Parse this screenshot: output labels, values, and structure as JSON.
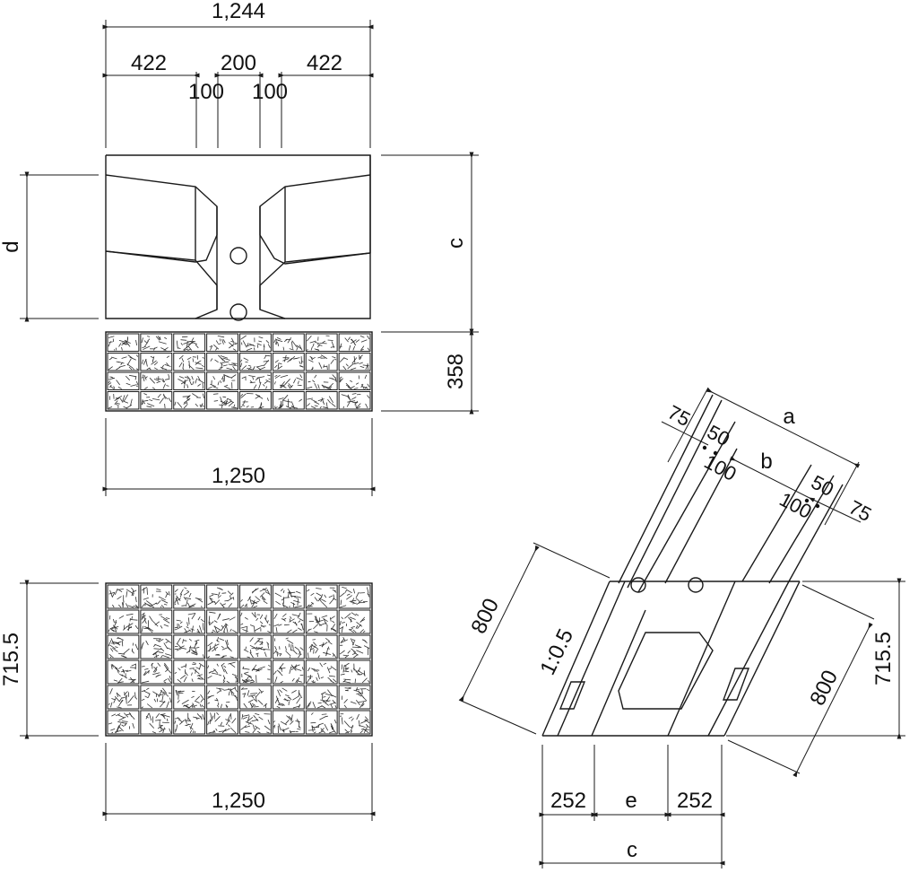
{
  "top_view": {
    "overall_width": "1,244",
    "segment_left": "422",
    "segment_mid": "200",
    "segment_right": "422",
    "collar_left": "100",
    "collar_right": "100",
    "dim_d": "d",
    "dim_c": "c",
    "dim_face_height": "358",
    "bottom_width": "1,250"
  },
  "front_view": {
    "height": "715.5",
    "width": "1,250"
  },
  "side_view": {
    "dim_a": "a",
    "dim_b": "b",
    "dim_75_left": "75",
    "dim_50_left": "50",
    "dim_100_left": "100",
    "dim_100_right": "100",
    "dim_50_right": "50",
    "dim_75_right": "75",
    "slope_length_left": "800",
    "slope_ratio": "1:0.5",
    "slope_length_right": "800",
    "height": "715.5",
    "base_left": "252",
    "base_mid": "e",
    "base_right": "252",
    "base_total": "c"
  }
}
